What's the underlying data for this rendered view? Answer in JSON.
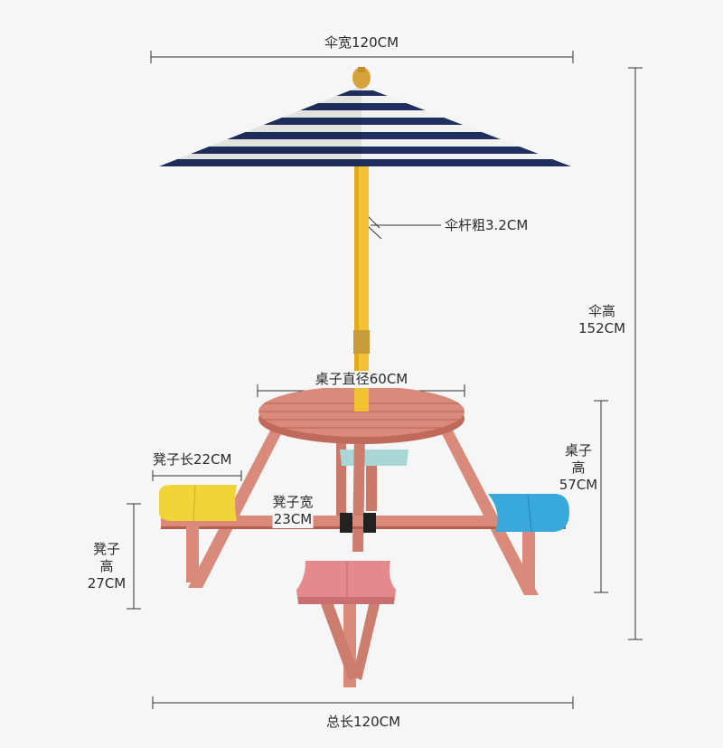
{
  "dimensions": {
    "umbrella_width": "伞宽120CM",
    "pole_thickness": "伞杆粗3.2CM",
    "umbrella_height": {
      "line1": "伞高",
      "line2": "152CM"
    },
    "table_diameter": "桌子直径60CM",
    "table_height": {
      "line1": "桌子",
      "line2": "高",
      "line3": "57CM"
    },
    "bench_length": "凳子长22CM",
    "bench_width": {
      "line1": "凳子宽",
      "line2": "23CM"
    },
    "bench_height": {
      "line1": "凳子",
      "line2": "高",
      "line3": "27CM"
    },
    "total_length": "总长120CM"
  },
  "colors": {
    "background": "#f6f6f6",
    "umbrella_navy": "#1f2f5e",
    "umbrella_white": "#f2f2f0",
    "pole_yellow": "#f2c233",
    "wood_pink": "#d98a7a",
    "wood_dark": "#b86050",
    "seat_yellow": "#f1d43a",
    "seat_blue": "#39a9dc",
    "seat_pink": "#e48a8c",
    "seat_mint": "#a9d7d6",
    "dimension_line": "#333333"
  }
}
